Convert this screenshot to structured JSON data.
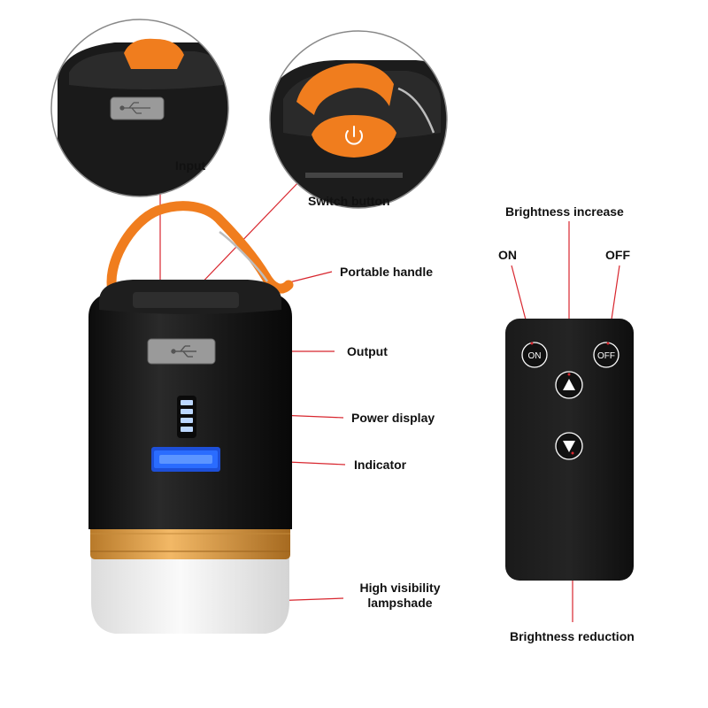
{
  "colors": {
    "body": "#151515",
    "orange": "#f07d1e",
    "gold": "#e3a24c",
    "indicator_blue": "#2a6cff",
    "lampshade": "#eeeeee",
    "callout_line": "#d8262e",
    "remote": "#111111"
  },
  "lantern": {
    "labels": {
      "input": "Input",
      "switch_button": "Switch button",
      "portable_handle": "Portable handle",
      "output": "Output",
      "power_display": "Power display",
      "indicator": "Indicator",
      "lampshade_line1": "High visibility",
      "lampshade_line2": "lampshade"
    },
    "icons": [
      "usb-icon",
      "power-icon"
    ]
  },
  "remote": {
    "labels": {
      "brightness_increase": "Brightness increase",
      "brightness_reduction": "Brightness reduction",
      "on": "ON",
      "off": "OFF"
    },
    "buttons": {
      "on": "ON",
      "off": "OFF"
    },
    "icons": [
      "up-arrow-icon",
      "down-arrow-icon"
    ]
  }
}
